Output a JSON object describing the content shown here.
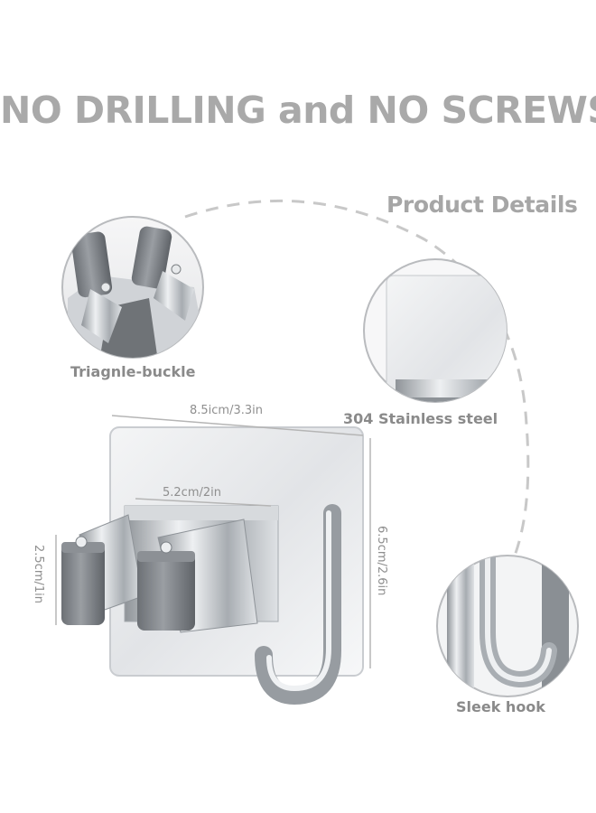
{
  "headline": "NO DRILLING and NO SCREWS",
  "details_title": "Product Details",
  "callouts": {
    "buckle": "Triagnle-buckle",
    "steel": "304 Stainless steel",
    "hook": "Sleek hook"
  },
  "dimensions": {
    "width": "8.5icm/3.3in",
    "inner_width": "5.2cm/2in",
    "height": "6.5cm/2.6in",
    "clip_height": "2.5cm/1in"
  },
  "colors": {
    "headline": "#a9a9a9",
    "rubber": "#7b7f84",
    "steel": "#c9cdd2",
    "dashed": "#c8c8c8"
  }
}
